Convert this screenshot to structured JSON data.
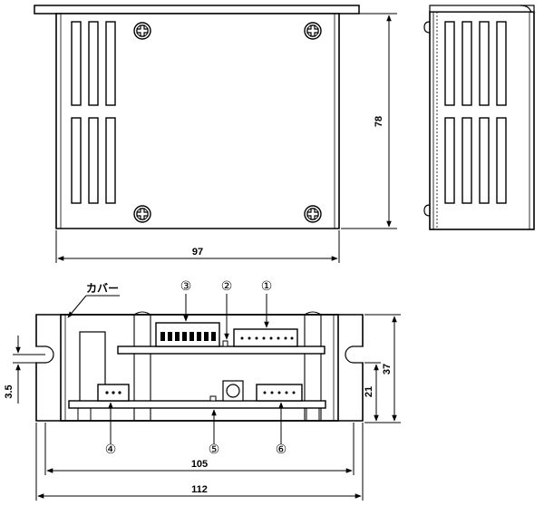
{
  "dimensions": {
    "top_width": "97",
    "top_height": "78",
    "front_inner_width": "105",
    "front_outer_width": "112",
    "front_height_total": "37",
    "front_height_lower": "21",
    "front_slot_offset": "3.5"
  },
  "labels": {
    "cover": "カバー"
  },
  "callouts": {
    "c1": "①",
    "c2": "②",
    "c3": "③",
    "c4": "④",
    "c5": "⑤",
    "c6": "⑥"
  }
}
